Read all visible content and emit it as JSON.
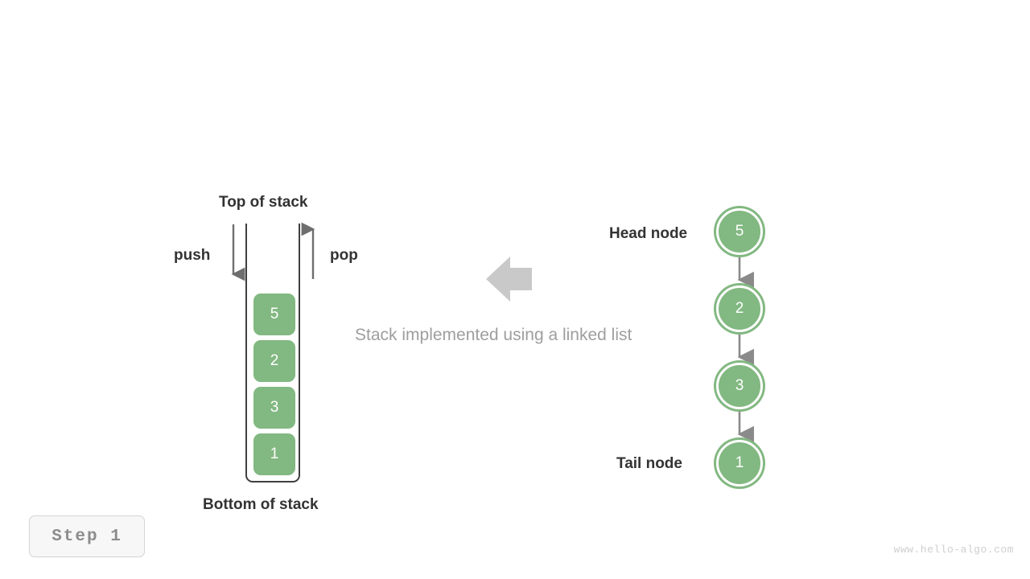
{
  "diagram": {
    "caption": "Stack implemented using a linked list",
    "center_arrow_icon": "arrow-left-icon",
    "colors": {
      "node_green": "#82b881",
      "arrow_gray": "#808080",
      "border_dark": "#3f3f3f",
      "caption_gray": "#9e9e9e",
      "big_arrow_gray": "#c9c9c9",
      "badge_text_gray": "#8c8c8c",
      "watermark_gray": "#cfcfcf",
      "text_dark": "#333333"
    }
  },
  "stack": {
    "top_label": "Top of stack",
    "bottom_label": "Bottom of stack",
    "push_label": "push",
    "pop_label": "pop",
    "push_arrow_icon": "arrow-down-icon",
    "pop_arrow_icon": "arrow-up-icon",
    "blocks": [
      {
        "value": "5"
      },
      {
        "value": "2"
      },
      {
        "value": "3"
      },
      {
        "value": "1"
      }
    ]
  },
  "linked_list": {
    "head_label": "Head node",
    "tail_label": "Tail node",
    "nodes": [
      {
        "value": "5"
      },
      {
        "value": "2"
      },
      {
        "value": "3"
      },
      {
        "value": "1"
      }
    ]
  },
  "footer": {
    "step_label": "Step  1",
    "watermark": "www.hello-algo.com"
  }
}
